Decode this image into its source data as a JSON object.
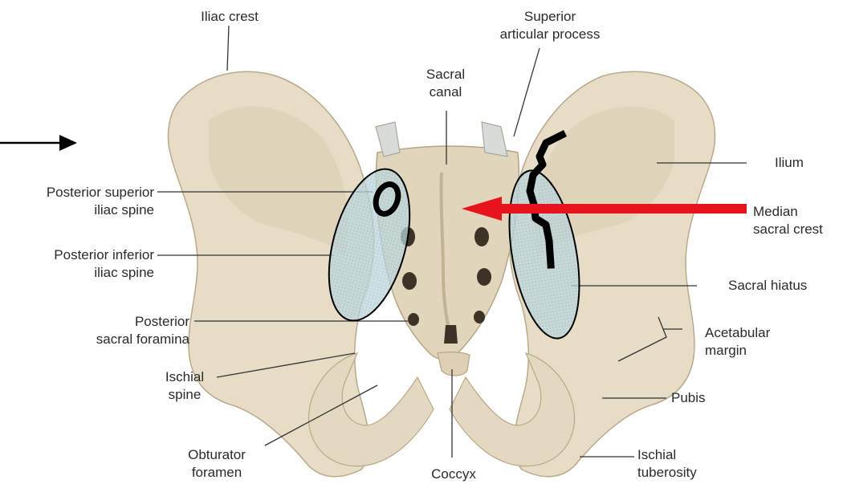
{
  "labels": {
    "iliac_crest": "Iliac crest",
    "superior_articular_process": [
      "Superior",
      "articular process"
    ],
    "sacral_canal": [
      "Sacral",
      "canal"
    ],
    "ilium": "Ilium",
    "posterior_superior_iliac_spine": [
      "Posterior superior",
      "iliac spine"
    ],
    "median_sacral_crest": [
      "Median",
      "sacral crest"
    ],
    "posterior_inferior_iliac_spine": [
      "Posterior inferior",
      "iliac spine"
    ],
    "sacral_hiatus": "Sacral hiatus",
    "posterior_sacral_foramina": [
      "Posterior",
      "sacral foramina"
    ],
    "acetabular_margin": [
      "Acetabular",
      "margin"
    ],
    "ischial_spine": [
      "Ischial",
      "spine"
    ],
    "pubis": "Pubis",
    "obturator_foramen": [
      "Obturator",
      "foramen"
    ],
    "coccyx": "Coccyx",
    "ischial_tuberosity": [
      "Ischial",
      "tuberosity"
    ]
  },
  "colors": {
    "bone": "#e9dfca",
    "bone_shadow": "#cdbfa3",
    "leader_line": "#333333",
    "highlight_arrow": "#e8141b",
    "overlay_fill": "#b9d5dc",
    "annotation_ink": "#000000"
  },
  "icons": {
    "pointer_arrow": "arrow-right-icon",
    "highlight_arrow": "arrow-left-icon",
    "psis_marker": "circle-marker-icon",
    "hand_drawn_line": "freehand-line-icon"
  }
}
